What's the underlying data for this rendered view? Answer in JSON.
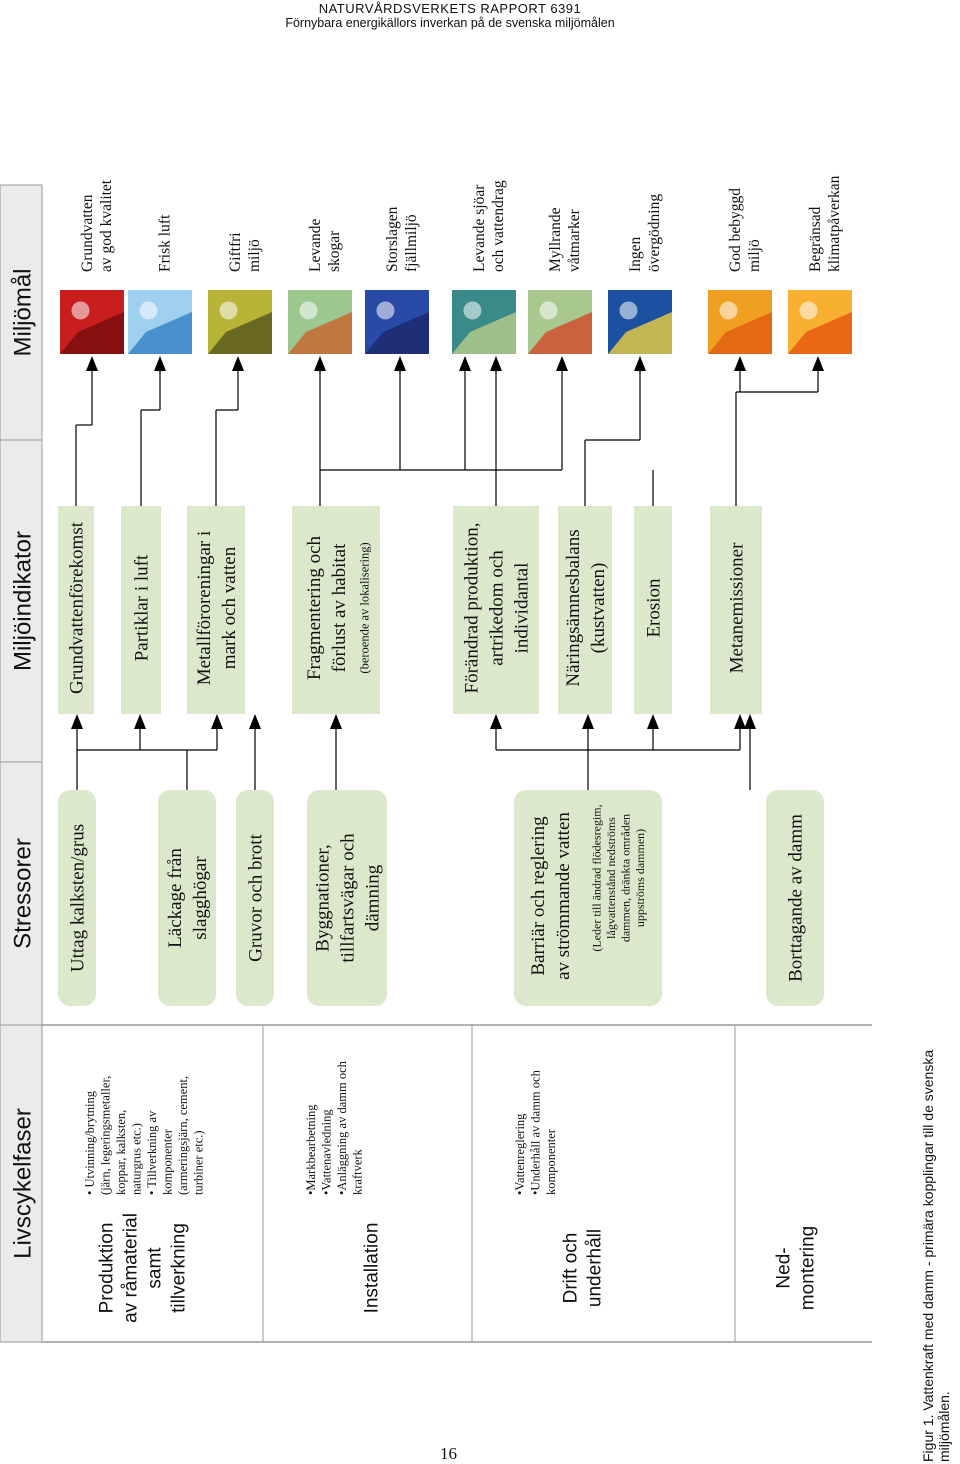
{
  "header": {
    "report": "NATURVÅRDSVERKETS RAPPORT 6391",
    "title": "Förnybara energikällors inverkan på de svenska miljömålen"
  },
  "page_number": "16",
  "caption": "Figur 1. Vattenkraft med damm - primära kopplingar till de svenska miljömålen.",
  "columns": {
    "livscykelfaser": "Livscykelfaser",
    "stressorer": "Stressorer",
    "miljoindikator": "Miljöindikator",
    "miljomal": "Miljömål"
  },
  "phases": [
    {
      "name": [
        "Produktion",
        "av råmaterial",
        "samt",
        "tillverkning"
      ],
      "details": [
        "• Utvinning/brytning",
        "(järn, legeringsmetaller,",
        "koppar, kalksten,",
        "naturgrus etc.)",
        "• Tillverkning av",
        "komponenter",
        "(armeringsjärn, cement,",
        "turbiner etc.)"
      ]
    },
    {
      "name": [
        "Installation"
      ],
      "details": [
        "•Markbearbetning",
        "•Vattenavledning",
        "•Anläggning av damm och",
        "kraftverk"
      ]
    },
    {
      "name": [
        "Drift och",
        "underhåll"
      ],
      "details": [
        "•Vattenreglering",
        "•Underhåll av damm och",
        "komponenter"
      ]
    },
    {
      "name": [
        "Ned-",
        "montering"
      ],
      "details": []
    }
  ],
  "stressors": [
    {
      "lines": [
        "Uttag kalksten/grus"
      ],
      "sub": []
    },
    {
      "lines": [
        "Läckage från",
        "slagghögar"
      ],
      "sub": []
    },
    {
      "lines": [
        "Gruvor och brott"
      ],
      "sub": []
    },
    {
      "lines": [
        "Byggnationer,",
        "tillfartsvägar och",
        "dämning"
      ],
      "sub": []
    },
    {
      "lines": [
        "Barriär och reglering",
        "av strömmande vatten"
      ],
      "sub": [
        "(Leder till ändrad flödesregim,",
        "lågvattenstånd nedströms",
        "dammen, dränkta områden",
        "uppströms dammen)"
      ]
    },
    {
      "lines": [
        "Borttagande av damm"
      ],
      "sub": []
    }
  ],
  "indicators": [
    {
      "lines": [
        "Grundvattenförekomst"
      ],
      "sub": []
    },
    {
      "lines": [
        "Partiklar i luft"
      ],
      "sub": []
    },
    {
      "lines": [
        "Metallföroreningar i",
        "mark och vatten"
      ],
      "sub": []
    },
    {
      "lines": [
        "Fragmentering och",
        "förlust av habitat"
      ],
      "sub": [
        "(beroende av lokalisering)"
      ]
    },
    {
      "lines": [
        "Förändrad produktion,",
        "artrikedom och",
        "individantal"
      ],
      "sub": []
    },
    {
      "lines": [
        "Näringsämnesbalans",
        "(kustvatten)"
      ],
      "sub": []
    },
    {
      "lines": [
        "Erosion"
      ],
      "sub": []
    },
    {
      "lines": [
        "Metanemissioner"
      ],
      "sub": []
    }
  ],
  "goals": [
    {
      "lines": [
        "Grundvatten",
        "av god kvalitet"
      ],
      "icon": "groundwater-icon",
      "colors": [
        "#c81e1e",
        "#7a0d0d"
      ]
    },
    {
      "lines": [
        "Frisk luft"
      ],
      "icon": "fresh-air-icon",
      "colors": [
        "#9fd0f0",
        "#3a86c8"
      ]
    },
    {
      "lines": [
        "Giftfri",
        "miljö"
      ],
      "icon": "toxic-free-icon",
      "colors": [
        "#b8b438",
        "#5a5a20"
      ]
    },
    {
      "lines": [
        "Levande",
        "skogar"
      ],
      "icon": "forest-icon",
      "colors": [
        "#9cc890",
        "#c86a30"
      ]
    },
    {
      "lines": [
        "Storslagen",
        "fjällmiljö"
      ],
      "icon": "mountain-icon",
      "colors": [
        "#2a4aa8",
        "#1c2a70"
      ]
    },
    {
      "lines": [
        "Levande sjöar",
        "och vattendrag"
      ],
      "icon": "lakes-icon",
      "colors": [
        "#3a8a8a",
        "#b0c888"
      ]
    },
    {
      "lines": [
        "Myllrande",
        "våtmarker"
      ],
      "icon": "wetland-icon",
      "colors": [
        "#a8c890",
        "#d05030"
      ]
    },
    {
      "lines": [
        "Ingen",
        "övergödning"
      ],
      "icon": "eutrophication-icon",
      "colors": [
        "#1c50a0",
        "#e0c848"
      ]
    },
    {
      "lines": [
        "God bebyggd",
        "miljö"
      ],
      "icon": "urban-icon",
      "colors": [
        "#f0a020",
        "#e06010"
      ]
    },
    {
      "lines": [
        "Begränsad",
        "klimatpåverkan"
      ],
      "icon": "climate-icon",
      "colors": [
        "#f8b030",
        "#e85a10"
      ]
    }
  ]
}
